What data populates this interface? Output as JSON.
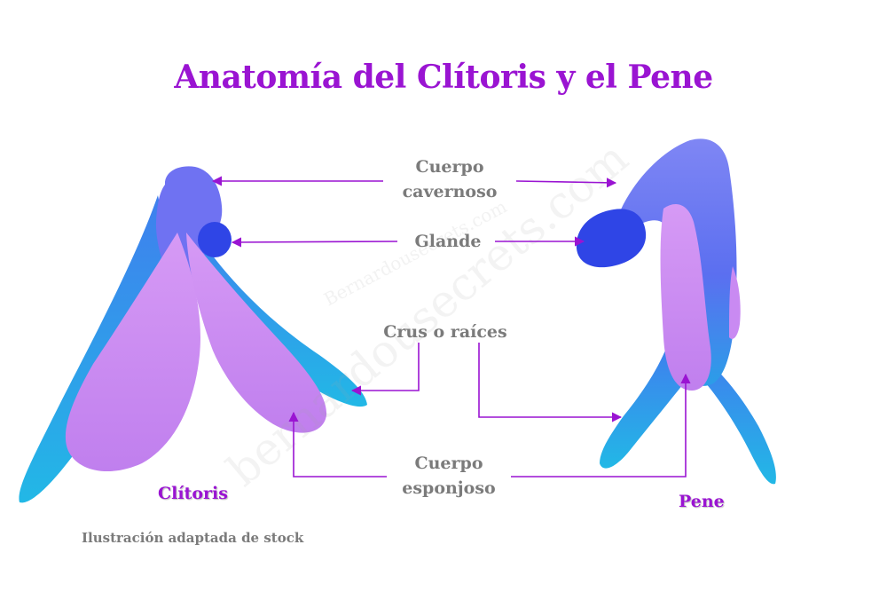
{
  "title": "Anatomía del Clítoris y el Pene",
  "labels": {
    "cuerpo_cavernoso": [
      "Cuerpo",
      "cavernoso"
    ],
    "glande": "Glande",
    "crus": "Crus o raíces",
    "cuerpo_esponjoso": [
      "Cuerpo",
      "esponjoso"
    ]
  },
  "organs": {
    "clitoris": "Clítoris",
    "pene": "Pene"
  },
  "caption": "Ilustración adaptada de stock",
  "watermark": {
    "primary": "bernardousecrets.com",
    "secondary": "Bernardousecrets.com"
  },
  "colors": {
    "title": "#9a14d2",
    "arrow": "#9a14d2",
    "label_text": "#7b7b7b",
    "corpus_cavernosum": "#6f72f2",
    "glans": "#2f45e6",
    "crura": "#2aa6e6",
    "spongiosum": "#c98af2"
  }
}
